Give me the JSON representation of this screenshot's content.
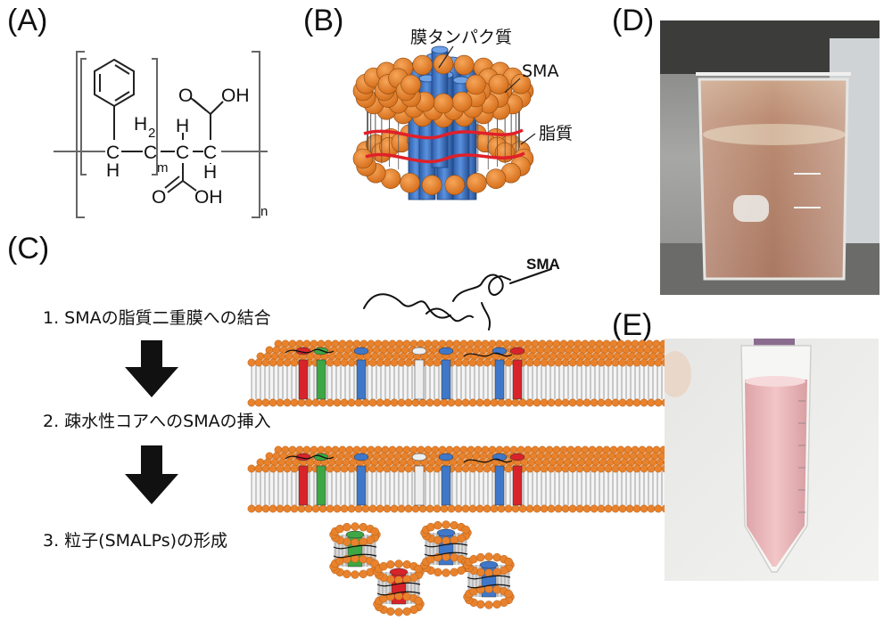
{
  "panels": {
    "a": "(A)",
    "b": "(B)",
    "c": "(C)",
    "d": "(D)",
    "e": "(E)"
  },
  "chemistry": {
    "h2": "H",
    "h2_sub": "2",
    "c": "C",
    "h": "H",
    "oh": "OH",
    "o": "O",
    "sub_m": "m",
    "sub_n": "n"
  },
  "panel_b": {
    "membrane_protein_label": "膜タンパク質",
    "sma_label": "SMA",
    "lipid_label": "脂質"
  },
  "panel_c": {
    "sma_label": "SMA",
    "step1": "1. SMAの脂質二重膜への結合",
    "step2": "2. 疎水性コアへのSMAの挿入",
    "step3": "3. 粒子(SMALPs)の形成"
  },
  "colors": {
    "lipid_head": "#E8822C",
    "protein_blue": "#3F77C9",
    "protein_green": "#3EA745",
    "protein_red": "#D8232A",
    "sma_red_line": "#E0202A",
    "arrow": "#111111"
  }
}
